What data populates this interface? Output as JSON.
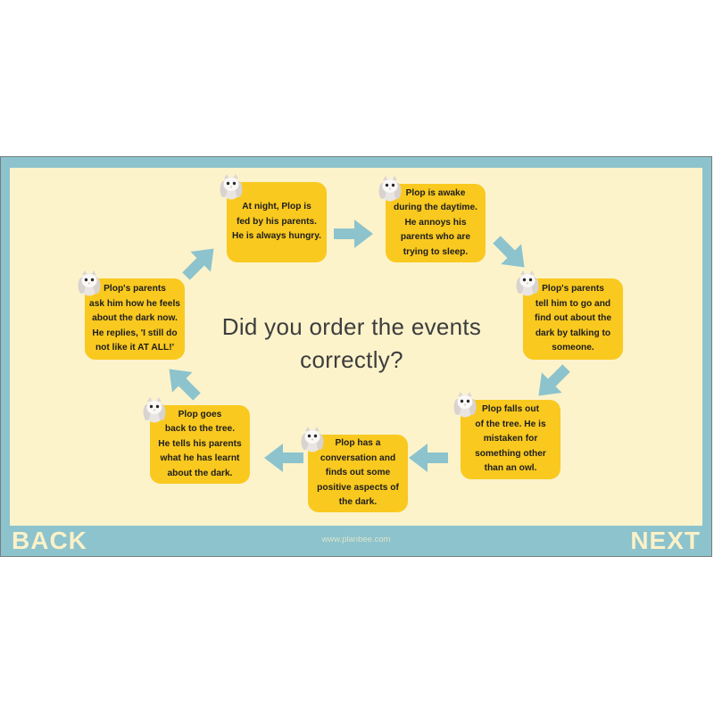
{
  "title": "Did you order the events\ncorrectly?",
  "events": [
    {
      "text": "At night, Plop is\nfed by his parents.\nHe is always hungry."
    },
    {
      "text": "Plop is awake\nduring the daytime.\nHe annoys his\nparents who are\ntrying to sleep."
    },
    {
      "text": "Plop's parents\ntell him to go and\nfind out about the\ndark by talking to\nsomeone."
    },
    {
      "text": "Plop falls out\nof the tree. He is\nmistaken for\nsomething other\nthan an owl."
    },
    {
      "text": "Plop has a\nconversation and\nfinds out some\npositive aspects of\nthe dark."
    },
    {
      "text": "Plop goes\nback to the tree.\nHe tells his parents\nwhat he has learnt\nabout the dark."
    },
    {
      "text": "Plop's parents\nask him how he feels\nabout the dark now.\nHe replies, 'I still do\nnot like it AT ALL!'"
    }
  ],
  "nav": {
    "back_label": "BACK",
    "next_label": "NEXT",
    "watermark": "www.planbee.com"
  },
  "icons": {
    "owl": "owl-icon",
    "arrow": "flow-arrow"
  },
  "colors": {
    "teal": "#8CC3CD",
    "cream": "#FCF3CB",
    "box_yellow": "#F9C91F",
    "box_text": "#1D1D1F",
    "title_text": "#3D3D3D",
    "nav_text": "#FBF1C7"
  }
}
